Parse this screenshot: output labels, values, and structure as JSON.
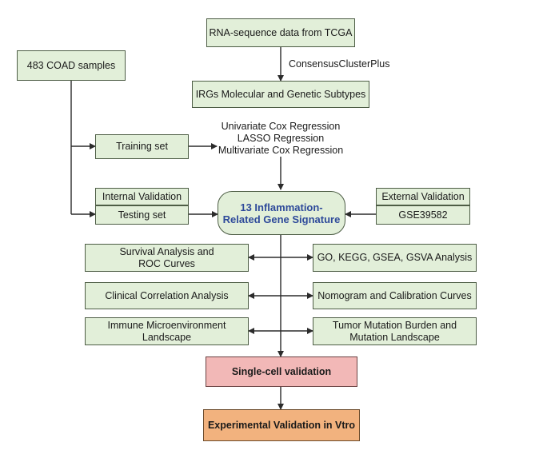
{
  "nodes": {
    "tcga": "RNA-sequence data from TCGA",
    "coad": "483 COAD samples",
    "irgs": "IRGs Molecular and Genetic Subtypes",
    "training": "Training set",
    "internal_validation": "Internal Validation",
    "testing": "Testing set",
    "signature": [
      "13 Inflammation-",
      "Related Gene Signature"
    ],
    "external_validation": "External Validation",
    "gse": "GSE39582",
    "survival": [
      "Survival Analysis and",
      "ROC Curves"
    ],
    "go_kegg": "GO, KEGG, GSEA, GSVA Analysis",
    "clinical": "Clinical Correlation Analysis",
    "nomogram": "Nomogram and Calibration Curves",
    "immune": [
      "Immune Microenvironment",
      "Landscape"
    ],
    "tmb": [
      "Tumor Mutation Burden and",
      "Mutation Landscape"
    ],
    "single_cell": "Single-cell validation",
    "experimental": "Experimental Validation in Vtro"
  },
  "edge_labels": {
    "consensus": "ConsensusClusterPlus",
    "regression": [
      "Univariate Cox Regression",
      "LASSO Regression",
      "Multivariate Cox Regression"
    ]
  },
  "colors": {
    "green_fill": "#e2efd9",
    "pink_fill": "#f2b8b7",
    "orange_fill": "#f2b27e",
    "signature_text": "#2e4a9a",
    "line": "#2b2b2b"
  }
}
